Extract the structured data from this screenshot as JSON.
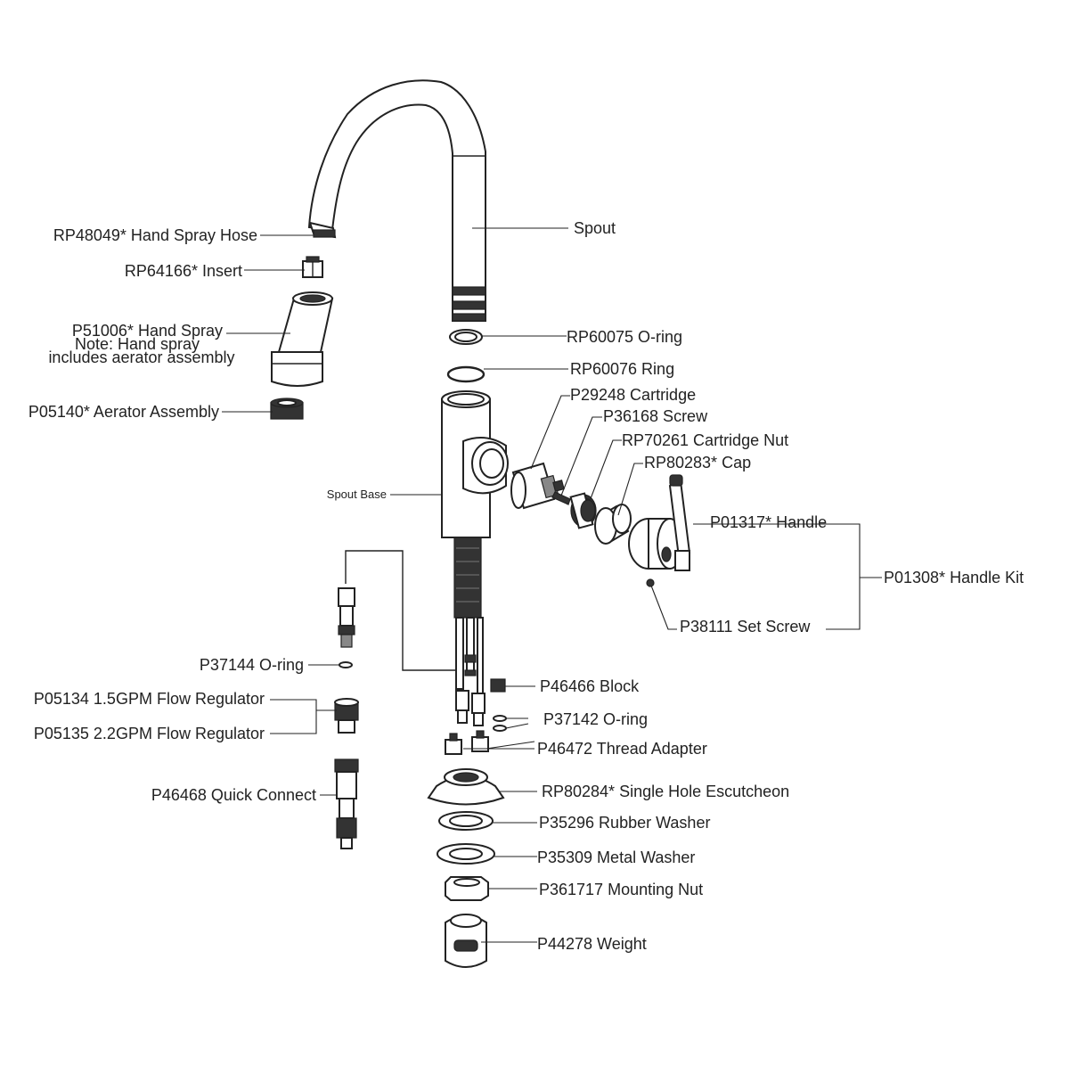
{
  "labels": {
    "spout": "Spout",
    "hand_spray_hose": "RP48049* Hand Spray Hose",
    "insert": "RP64166* Insert",
    "hand_spray": "P51006* Hand Spray",
    "hand_spray_note_1": "Note: Hand spray",
    "hand_spray_note_2": "includes aerator assembly",
    "aerator": "P05140* Aerator Assembly",
    "oring_rp60075": "RP60075 O-ring",
    "ring_rp60076": "RP60076 Ring",
    "cartridge": "P29248 Cartridge",
    "screw": "P36168 Screw",
    "cartridge_nut": "RP70261 Cartridge Nut",
    "cap": "RP80283* Cap",
    "spout_base": "Spout Base",
    "handle": "P01317* Handle",
    "handle_kit": "P01308* Handle Kit",
    "set_screw": "P38111 Set Screw",
    "oring_p37144": "P37144 O-ring",
    "flow_15": "P05134 1.5GPM Flow Regulator",
    "flow_22": "P05135 2.2GPM Flow Regulator",
    "block": "P46466 Block",
    "oring_p37142": "P37142 O-ring",
    "thread_adapter": "P46472 Thread Adapter",
    "quick_connect": "P46468 Quick Connect",
    "escutcheon": "RP80284* Single Hole Escutcheon",
    "rubber_washer": "P35296 Rubber Washer",
    "metal_washer": "P35309 Metal Washer",
    "mounting_nut": "P361717 Mounting Nut",
    "weight": "P44278 Weight"
  }
}
